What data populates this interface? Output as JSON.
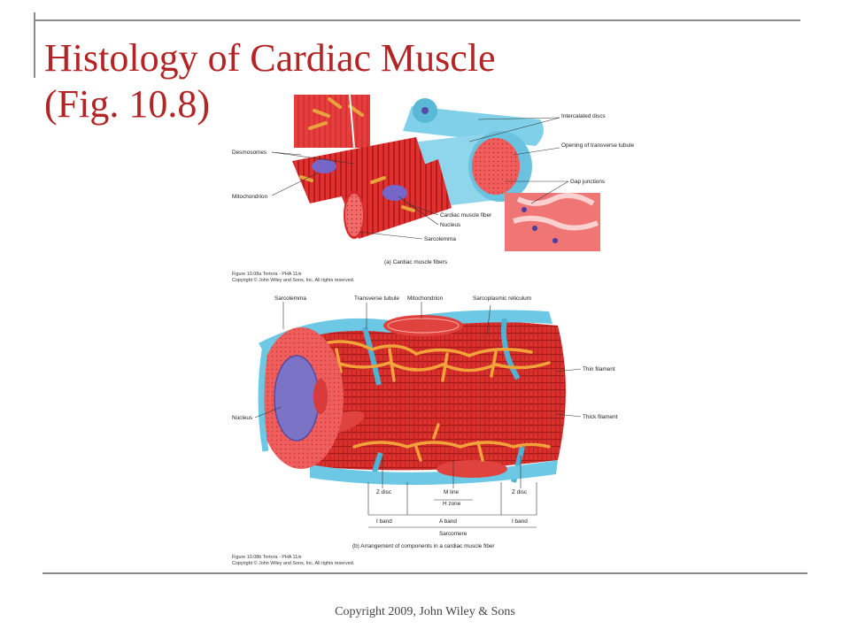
{
  "slide": {
    "title_line1": "Histology of Cardiac Muscle",
    "title_line2": "(Fig. 10.8)",
    "footer": "Copyright 2009, John Wiley & Sons",
    "accent_color": "#b32425"
  },
  "figure_a": {
    "labels": {
      "desmosomes": "Desmosomes",
      "mitochondrion": "Mitochondrion",
      "intercalated_discs": "Intercalated discs",
      "opening_t_tubule": "Opening of transverse tubule",
      "gap_junctions": "Gap junctions",
      "cardiac_muscle_fiber": "Cardiac muscle fiber",
      "nucleus": "Nucleus",
      "sarcolemma": "Sarcolemma"
    },
    "caption": "(a) Cardiac muscle fibers",
    "credit_line1": "Figure 10.08a  Tortora - PHA 11/e",
    "credit_line2": "Copyright © John Wiley and Sons, Inc. All rights reserved."
  },
  "figure_b": {
    "labels": {
      "sarcolemma": "Sarcolemma",
      "transverse_tubule": "Transverse tubule",
      "mitochondrion": "Mitochondrion",
      "sarcoplasmic_reticulum": "Sarcoplasmic reticulum",
      "thin_filament": "Thin filament",
      "thick_filament": "Thick filament",
      "nucleus": "Nucleus",
      "z_disc_left": "Z disc",
      "m_line": "M line",
      "z_disc_right": "Z disc",
      "h_zone": "H zone",
      "i_band_left": "I band",
      "a_band": "A band",
      "i_band_right": "I band",
      "sarcomere": "Sarcomere"
    },
    "caption": "(b) Arrangement of components in a cardiac muscle fiber",
    "credit_line1": "Figure 10.08b  Tortora - PHA 11/e",
    "credit_line2": "Copyright © John Wiley and Sons, Inc. All rights reserved."
  }
}
